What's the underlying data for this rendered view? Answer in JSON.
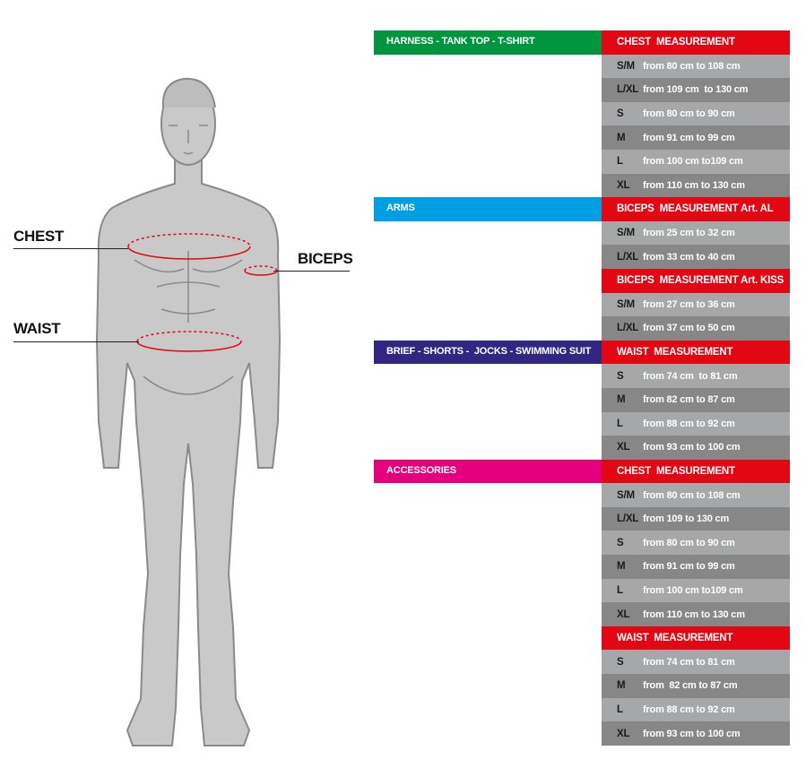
{
  "figure_labels": {
    "chest": "CHEST",
    "biceps": "BICEPS",
    "waist": "WAIST"
  },
  "colors": {
    "measure_header": "#e30613",
    "ring": "#e30613",
    "row_light": "#a6a7a9",
    "row_dark": "#878787",
    "body": "#c9c9c9"
  },
  "sections": [
    {
      "category": "HARNESS - TANK TOP - T-SHIRT",
      "color": "#009640",
      "groups": [
        {
          "header": "CHEST  MEASUREMENT",
          "rows": [
            {
              "size": "S/M",
              "range": "from 80 cm to 108 cm"
            },
            {
              "size": "L/XL",
              "range": "from 109 cm  to 130 cm"
            },
            {
              "size": "S",
              "range": "from 80 cm to 90 cm"
            },
            {
              "size": "M",
              "range": "from 91 cm to 99 cm"
            },
            {
              "size": "L",
              "range": "from 100 cm to109 cm"
            },
            {
              "size": "XL",
              "range": "from 110 cm to 130 cm"
            }
          ]
        }
      ]
    },
    {
      "category": "ARMS",
      "color": "#009fe3",
      "groups": [
        {
          "header": "BICEPS  MEASUREMENT Art. AL",
          "rows": [
            {
              "size": "S/M",
              "range": "from 25 cm to 32 cm"
            },
            {
              "size": "L/XL",
              "range": "from 33 cm to 40 cm"
            }
          ]
        },
        {
          "header": "BICEPS  MEASUREMENT Art. KISS",
          "rows": [
            {
              "size": "S/M",
              "range": "from 27 cm to 36 cm"
            },
            {
              "size": "L/XL",
              "range": "from 37 cm to 50 cm"
            }
          ]
        }
      ]
    },
    {
      "category": "BRIEF - SHORTS -  JOCKS - SWIMMING SUIT",
      "color": "#312783",
      "groups": [
        {
          "header": "WAIST  MEASUREMENT",
          "rows": [
            {
              "size": "S",
              "range": "from 74 cm  to 81 cm"
            },
            {
              "size": "M",
              "range": "from 82 cm to 87 cm"
            },
            {
              "size": "L",
              "range": "from 88 cm to 92 cm"
            },
            {
              "size": "XL",
              "range": "from 93 cm to 100 cm"
            }
          ]
        }
      ]
    },
    {
      "category": "ACCESSORIES",
      "color": "#e6007e",
      "groups": [
        {
          "header": "CHEST  MEASUREMENT",
          "rows": [
            {
              "size": "S/M",
              "range": "from 80 cm to 108 cm"
            },
            {
              "size": "L/XL",
              "range": "from 109 to 130 cm"
            },
            {
              "size": "S",
              "range": "from 80 cm to 90 cm"
            },
            {
              "size": "M",
              "range": "from 91 cm to 99 cm"
            },
            {
              "size": "L",
              "range": "from 100 cm to109 cm"
            },
            {
              "size": "XL",
              "range": "from 110 cm to 130 cm"
            }
          ]
        },
        {
          "header": "WAIST  MEASUREMENT",
          "rows": [
            {
              "size": "S",
              "range": "from 74 cm to 81 cm"
            },
            {
              "size": "M",
              "range": "from  82 cm to 87 cm"
            },
            {
              "size": "L",
              "range": "from 88 cm to 92 cm"
            },
            {
              "size": "XL",
              "range": "from 93 cm to 100 cm"
            }
          ]
        }
      ]
    }
  ]
}
